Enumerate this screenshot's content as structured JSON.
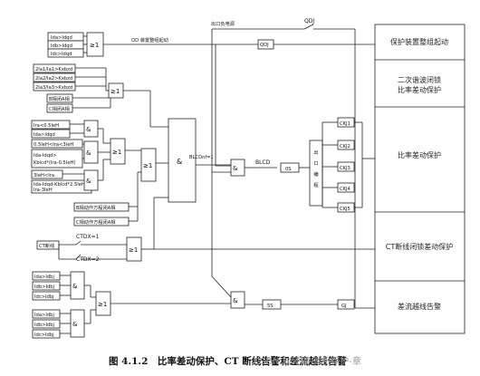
{
  "table": {
    "rows": [
      "保护装置整组起动",
      "二次谐波闭锁",
      "比率差动保护",
      "比率差动保护",
      "CT断线闭锁差动保护",
      "差流越线告警"
    ]
  },
  "gates": {
    "or": "≥1",
    "and": "&"
  },
  "inputs": {
    "g1": [
      "Ida>Idqd",
      "Idb>Idqd",
      "Idc>Idqd"
    ],
    "g2": [
      "2Ia1/Ia1>Kxbzd",
      "2Ia2/Ia2>Kxbzd",
      "2Ia3/Ia3>Kxbzd"
    ],
    "b_phase_a": "B相闭A相",
    "c_phase_a": "C相闭A相",
    "g3": [
      "Ira<0.5IeH",
      "Ida>Idqd",
      "0.5IeH<Ira<3IeH",
      "Ida-Idqd>",
      "Kblcd*(Ira-0.5IeH)",
      "3IeH<Ira",
      "Ida-Idqd-Kblcd*2.5IeH>",
      "Ira-3IeH"
    ],
    "b_action": "B相动作方程闭A相",
    "c_action": "C相动作方程闭A相",
    "ct_break": "CT断线",
    "g4": [
      "Ida>Idbj",
      "Idb>Idbj",
      "Idc>Idbj",
      "Ida>Idbj",
      "Idb>Idbj",
      "Idc>Idbj"
    ]
  },
  "signals": {
    "qd_line": "QD 装置整组起动",
    "power": "出口负电源",
    "qdj": "QDJ",
    "blcdnf": "BLCDnf=1",
    "blcd": "BLCD",
    "ctdx1": "CTDX=1",
    "ctdx2": "CTDX=2"
  },
  "timers": {
    "t0": "0S",
    "t5": "5S"
  },
  "blocks": {
    "prog": [
      "出",
      "口",
      "编",
      "程"
    ]
  },
  "relays": [
    "CKJ1",
    "CKJ2",
    "CKJ3",
    "CKJ4",
    "CKJ5",
    "GJ"
  ],
  "caption": "图 4.1.2　比率差动保护、CT 断线告警和差流越线告警",
  "watermark": "CSDN @坏碟-微机保护-章"
}
